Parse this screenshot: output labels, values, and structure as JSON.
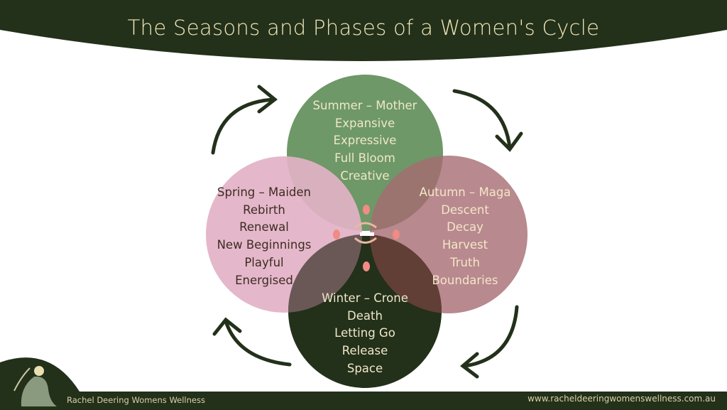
{
  "title": "The Seasons and Phases of a Women's Cycle",
  "colors": {
    "dark": "#23301a",
    "summer": "#6e9867",
    "spring": "#e2b2c6",
    "autumn": "#b47e84",
    "cream": "#efe7b8"
  },
  "phases": {
    "summer": {
      "heading": "Summer – Mother",
      "items": [
        "Expansive",
        "Expressive",
        "Full Bloom",
        "Creative"
      ]
    },
    "spring": {
      "heading": "Spring – Maiden",
      "items": [
        "Rebirth",
        "Renewal",
        "New Beginnings",
        "Playful",
        "Energised"
      ]
    },
    "autumn": {
      "heading": "Autumn – Maga",
      "items": [
        "Descent",
        "Decay",
        "Harvest",
        "Truth",
        "Boundaries"
      ]
    },
    "winter": {
      "heading": "Winter – Crone",
      "items": [
        "Death",
        "Letting Go",
        "Release",
        "Space"
      ]
    }
  },
  "footer": {
    "brand": "Rachel Deering Womens Wellness",
    "website": "www.racheldeeringwomenswellness.com.au"
  }
}
